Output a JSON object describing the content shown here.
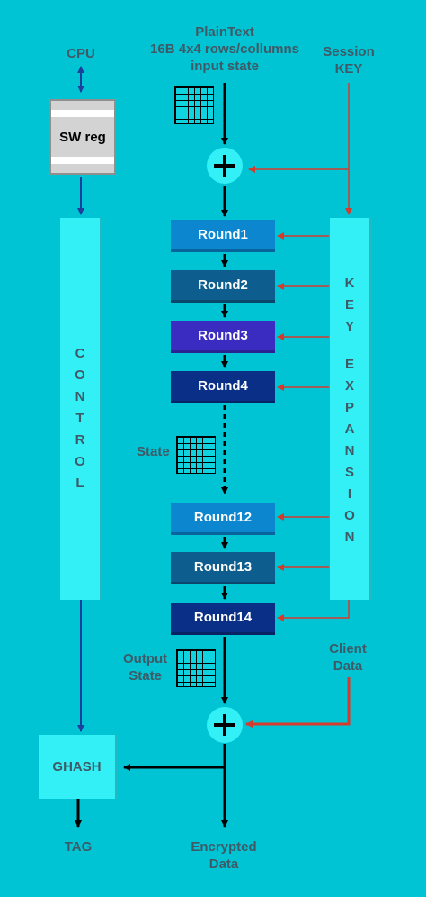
{
  "inputs": {
    "plaintext_line1": "PlainText",
    "plaintext_line2": "16B 4x4 rows/collumns",
    "plaintext_line3": "input state",
    "session_key_line1": "Session",
    "session_key_line2": "KEY",
    "cpu": "CPU",
    "client_data_line1": "Client",
    "client_data_line2": "Data"
  },
  "sw_reg": "SW reg",
  "control": [
    "C",
    "O",
    "N",
    "T",
    "R",
    "O",
    "L"
  ],
  "key_expansion": [
    "K",
    "E",
    "Y",
    "E",
    "X",
    "P",
    "A",
    "N",
    "S",
    "I",
    "O",
    "N"
  ],
  "rounds": [
    {
      "label": "Round1",
      "color": "#0b86cf"
    },
    {
      "label": "Round2",
      "color": "#0d5e8e"
    },
    {
      "label": "Round3",
      "color": "#3a2cc0"
    },
    {
      "label": "Round4",
      "color": "#0a2f86"
    },
    {
      "label": "Round12",
      "color": "#0b86cf"
    },
    {
      "label": "Round13",
      "color": "#0d5e8e"
    },
    {
      "label": "Round14",
      "color": "#0a2f86"
    }
  ],
  "state_label": "State",
  "output_state_line1": "Output",
  "output_state_line2": "State",
  "ghash": "GHASH",
  "outputs": {
    "tag": "TAG",
    "encrypted_line1": "Encrypted",
    "encrypted_line2": "Data"
  },
  "colors": {
    "background": "#00c3d3",
    "column": "#33f0f6",
    "red_arrow": "#d63a2c",
    "blue_arrow": "#1f3f9c",
    "black_arrow": "#000000"
  }
}
